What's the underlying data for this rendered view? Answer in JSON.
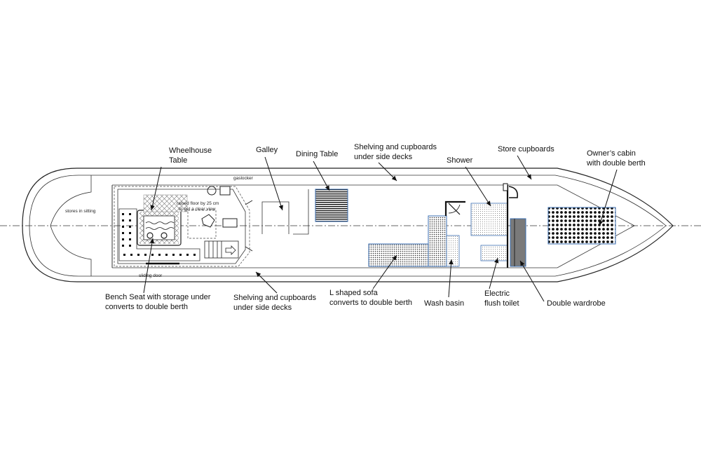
{
  "labels": {
    "wheelhouse_table": [
      "Wheelhouse",
      "Table"
    ],
    "galley": "Galley",
    "dining_table": "Dining Table",
    "shelving_top": [
      "Shelving and cupboards",
      "under side decks"
    ],
    "shower": "Shower",
    "store_cupboards": "Store cupboards",
    "owners_cabin": [
      "Owner’s cabin",
      "with double berth"
    ],
    "bench_seat": [
      "Bench Seat with storage under",
      "converts to double berth"
    ],
    "shelving_bottom": [
      "Shelving and cupboards",
      "under side decks"
    ],
    "l_sofa": [
      "L shaped sofa",
      "converts to double berth"
    ],
    "wash_basin": "Wash basin",
    "toilet": [
      "Electric",
      "flush toilet"
    ],
    "wardrobe": "Double wardrobe"
  },
  "annotations": {
    "stores_sitting": "stores in sitting",
    "gaslocker": "gaslocker",
    "raised_floor": [
      "raised floor by 25 cm",
      "to get a clear view"
    ],
    "sliding_door": "sliding door"
  },
  "colors": {
    "line": "#222222",
    "wardrobe_fill": "#7a7a7a",
    "stipple_border": "#3a6db0"
  }
}
